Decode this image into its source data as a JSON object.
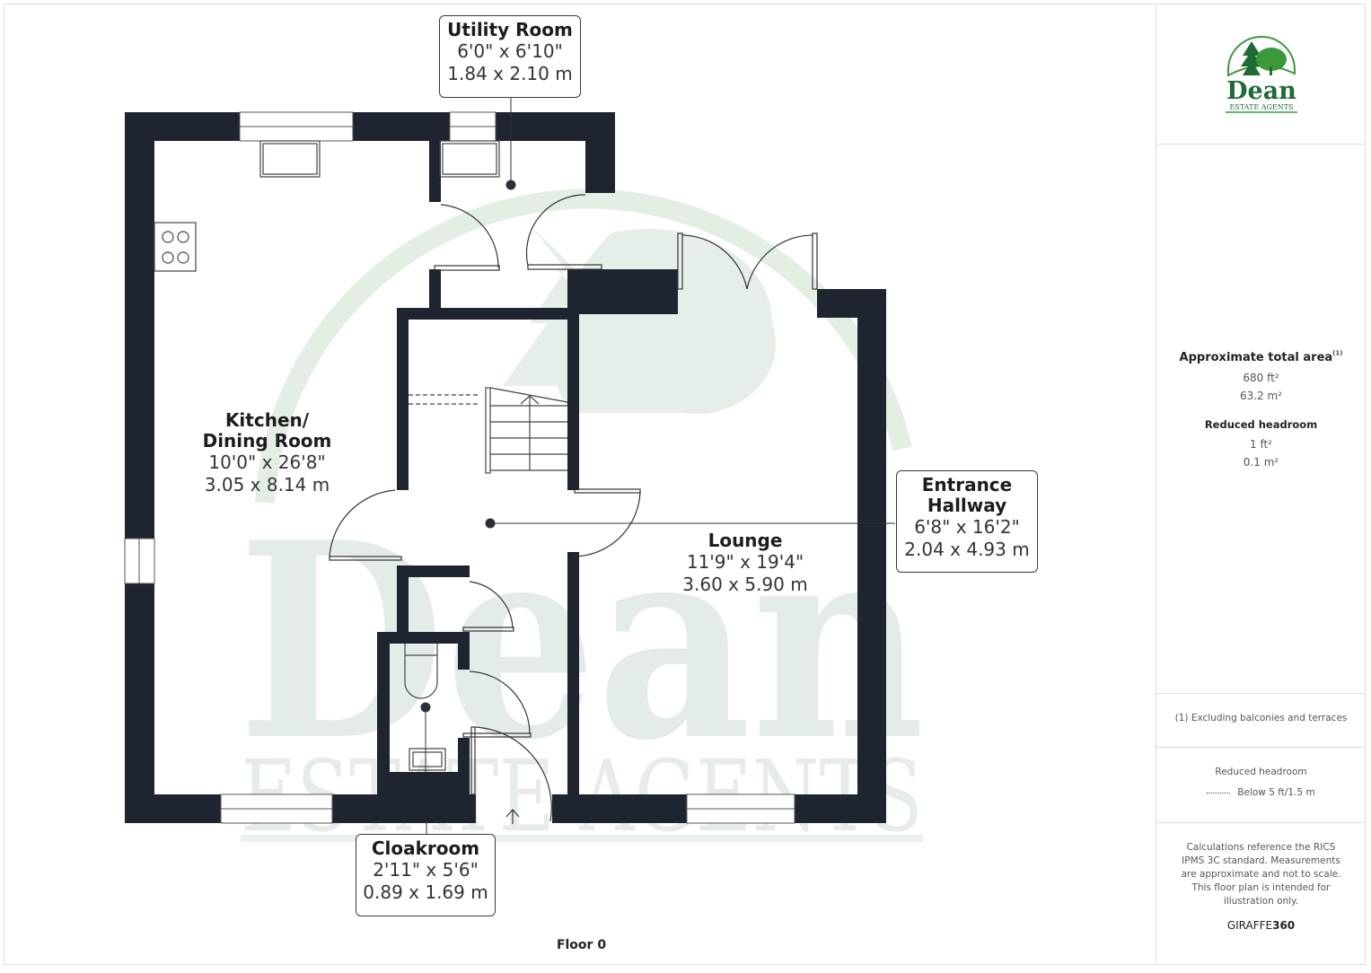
{
  "plan": {
    "floor_label": "Floor 0",
    "watermark": {
      "text_main": "Dean",
      "text_sub": "ESTATE AGENTS",
      "color": "#dfe9e4"
    },
    "wall_color": "#1e2430",
    "rooms": [
      {
        "id": "utility",
        "name": "Utility Room",
        "imperial": "6'0\" x 6'10\"",
        "metric": "1.84 x 2.10 m"
      },
      {
        "id": "kitchen",
        "name_line1": "Kitchen/",
        "name_line2": "Dining Room",
        "imperial": "10'0\" x 26'8\"",
        "metric": "3.05 x 8.14 m"
      },
      {
        "id": "lounge",
        "name": "Lounge",
        "imperial": "11'9\" x 19'4\"",
        "metric": "3.60 x 5.90 m"
      },
      {
        "id": "hallway",
        "name_line1": "Entrance",
        "name_line2": "Hallway",
        "imperial": "6'8\" x 16'2\"",
        "metric": "2.04 x 4.93 m"
      },
      {
        "id": "cloakroom",
        "name": "Cloakroom",
        "imperial": "2'11\" x 5'6\"",
        "metric": "0.89 x 1.69 m"
      }
    ]
  },
  "sidebar": {
    "logo": {
      "name": "Dean",
      "sub": "ESTATE AGENTS",
      "brand_color": "#1f6b35",
      "accent_color": "#3a9a3a"
    },
    "total_area": {
      "heading": "Approximate total area",
      "footnote_mark": "(1)",
      "ft": "680 ft²",
      "m": "63.2 m²"
    },
    "reduced_headroom": {
      "heading": "Reduced headroom",
      "ft": "1 ft²",
      "m": "0.1 m²"
    },
    "footnote": "(1) Excluding balconies and terraces",
    "legend": {
      "title": "Reduced headroom",
      "item": "Below 5 ft/1.5 m"
    },
    "disclaimer": "Calculations reference the RICS IPMS 3C standard. Measurements are approximate and not to scale. This floor plan is intended for illustration only.",
    "brand": {
      "prefix": "GIRAFFE",
      "suffix": "360"
    }
  }
}
